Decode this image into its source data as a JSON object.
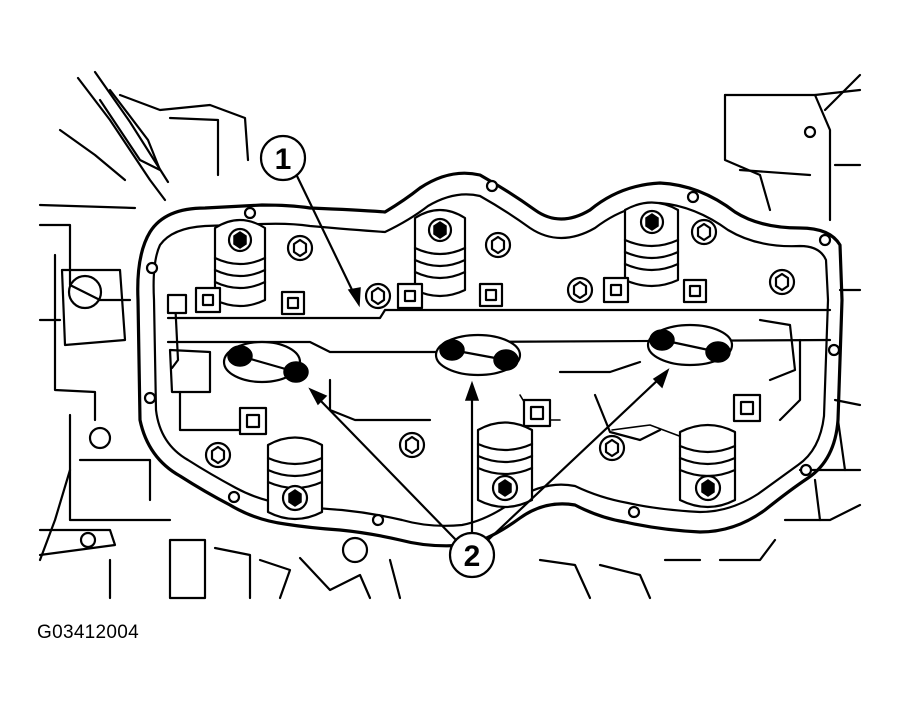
{
  "figure": {
    "caption": "G03412004",
    "callouts": [
      {
        "number": "1"
      },
      {
        "number": "2"
      }
    ]
  }
}
